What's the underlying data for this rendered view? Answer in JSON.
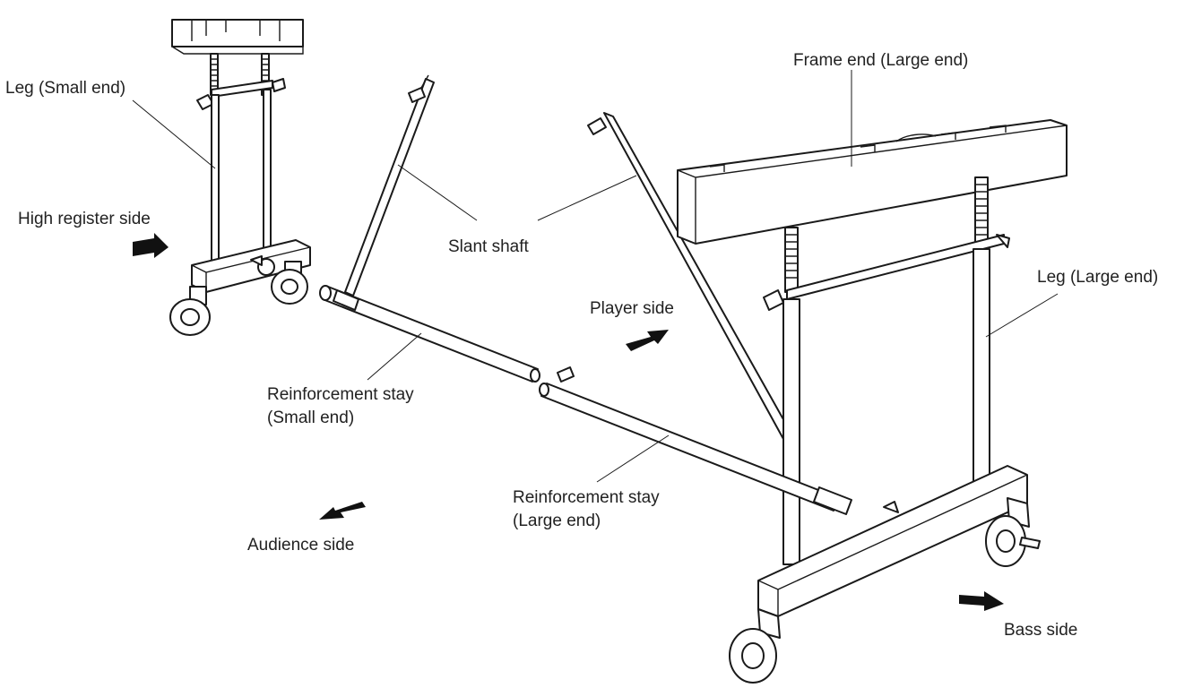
{
  "labels": {
    "leg_small": "Leg (Small end)",
    "high_register": "High register side",
    "slant_shaft": "Slant shaft",
    "frame_end_large": "Frame end (Large end)",
    "leg_large": "Leg (Large end)",
    "player_side": "Player side",
    "stay_small_1": "Reinforcement stay",
    "stay_small_2": "(Small end)",
    "stay_large_1": "Reinforcement stay",
    "stay_large_2": "(Large end)",
    "audience_side": "Audience side",
    "bass_side": "Bass side"
  }
}
